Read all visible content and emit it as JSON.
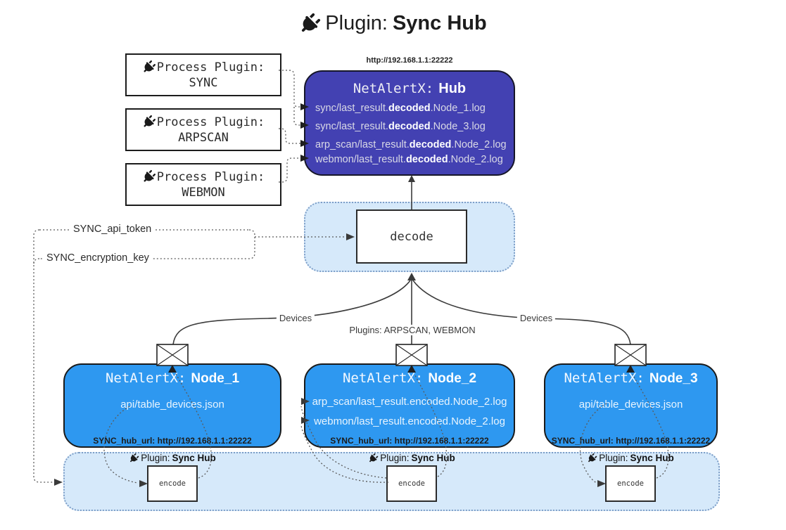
{
  "title": {
    "pre": "Plugin:",
    "bold": "Sync Hub"
  },
  "hub": {
    "url_label": "http://192.168.1.1:22222",
    "title_mono": "NetAlertX:",
    "title_bold": "Hub",
    "lines": [
      {
        "pre": "sync/last_result.",
        "bold": "decoded",
        "post": ".Node_1.log"
      },
      {
        "pre": "sync/last_result.",
        "bold": "decoded",
        "post": ".Node_3.log"
      },
      {
        "pre": "arp_scan/last_result.",
        "bold": "decoded",
        "post": ".Node_2.log"
      },
      {
        "pre": "webmon/last_result.",
        "bold": "decoded",
        "post": ".Node_2.log"
      }
    ]
  },
  "plugin_boxes": [
    {
      "label": "Process Plugin:",
      "name": "SYNC"
    },
    {
      "label": "Process Plugin:",
      "name": "ARPSCAN"
    },
    {
      "label": "Process Plugin:",
      "name": "WEBMON"
    }
  ],
  "decode": {
    "label": "decode"
  },
  "config": {
    "api_token": "SYNC_api_token",
    "encryption_key": "SYNC_encryption_key"
  },
  "edges": {
    "left": "Devices",
    "middle": "Plugins: ARPSCAN, WEBMON",
    "right": "Devices"
  },
  "nodes": [
    {
      "title_mono": "NetAlertX:",
      "title_bold": "Node_1",
      "lines": [
        "api/table_devices.json"
      ],
      "hub_url": "SYNC_hub_url: http://192.168.1.1:22222"
    },
    {
      "title_mono": "NetAlertX:",
      "title_bold": "Node_2",
      "lines": [
        "arp_scan/last_result.encoded.Node_2.log",
        "webmon/last_result.encoded.Node_2.log"
      ],
      "hub_url": "SYNC_hub_url: http://192.168.1.1:22222"
    },
    {
      "title_mono": "NetAlertX:",
      "title_bold": "Node_3",
      "lines": [
        "api/table_devices.json"
      ],
      "hub_url": "SYNC_hub_url: http://192.168.1.1:22222"
    }
  ],
  "band": {
    "sections": [
      {
        "pre": "Plugin:",
        "bold": "Sync Hub",
        "encode_label": "encode"
      },
      {
        "pre": "Plugin:",
        "bold": "Sync Hub",
        "encode_label": "encode"
      },
      {
        "pre": "Plugin:",
        "bold": "Sync Hub",
        "encode_label": "encode"
      }
    ]
  },
  "colors": {
    "hub_indigo": "#4341b2",
    "node_blue": "#2e98f0",
    "light_blue": "#d6e9fa",
    "dotted_border_blue": "#7d9ec7"
  }
}
